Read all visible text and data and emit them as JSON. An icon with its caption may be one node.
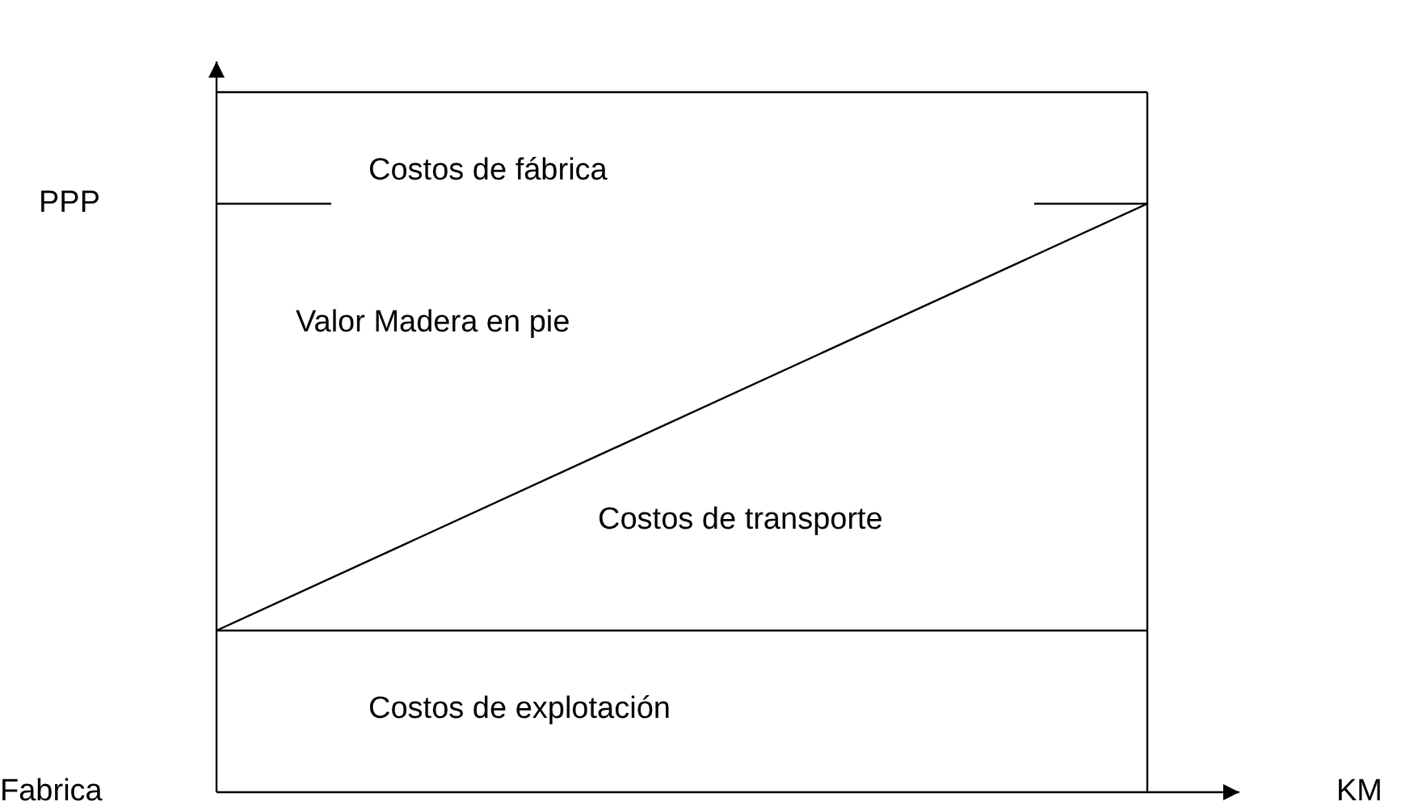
{
  "diagram": {
    "labels": [
      "PPP",
      "Costos de fábrica",
      "Valor Madera en pie",
      "Costos de transporte",
      "Costos de explotación",
      "Fabrica",
      "KM"
    ]
  }
}
